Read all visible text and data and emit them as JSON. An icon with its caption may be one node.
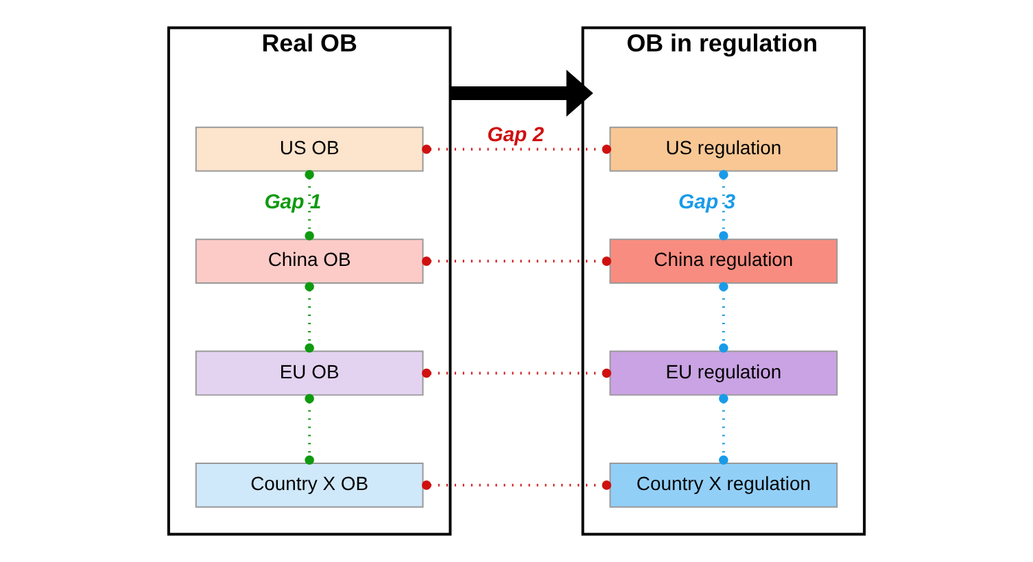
{
  "diagram": {
    "nodes": [
      {
        "text": [
          "Real OB"
        ]
      },
      {
        "text": [
          "US OB"
        ],
        "in": 0
      },
      {
        "text": [
          "China OB"
        ],
        "in": 0
      },
      {
        "text": [
          "EU OB"
        ],
        "in": 0
      },
      {
        "text": [
          "Country X OB"
        ],
        "in": 0
      },
      {
        "text": [
          "OB in regulation"
        ]
      },
      {
        "text": [
          "US regulation"
        ],
        "in": 5
      },
      {
        "text": [
          "China regulation"
        ],
        "in": 5
      },
      {
        "text": [
          "EU regulation"
        ],
        "in": 5
      },
      {
        "text": [
          "Country X regulation"
        ],
        "in": 5
      }
    ],
    "edges": [
      {
        "from": 0,
        "to": 5,
        "arrow": "to",
        "style": "thick",
        "color": "#000000"
      },
      {
        "from": 1,
        "to": 2,
        "arrow": "other",
        "style": "dashed",
        "color": "#109a10",
        "label": "Gap 1"
      },
      {
        "from": 2,
        "to": 3,
        "arrow": "other",
        "style": "dashed",
        "color": "#109a10"
      },
      {
        "from": 3,
        "to": 4,
        "arrow": "other",
        "style": "dashed",
        "color": "#109a10"
      },
      {
        "from": 1,
        "to": 6,
        "arrow": "other",
        "style": "dashed",
        "color": "#d01010",
        "label": "Gap 2"
      },
      {
        "from": 2,
        "to": 7,
        "arrow": "other",
        "style": "dashed",
        "color": "#d01010"
      },
      {
        "from": 3,
        "to": 8,
        "arrow": "other",
        "style": "dashed",
        "color": "#d01010"
      },
      {
        "from": 4,
        "to": 9,
        "arrow": "other",
        "style": "dashed",
        "color": "#d01010"
      },
      {
        "from": 6,
        "to": 7,
        "arrow": "other",
        "style": "dashed",
        "color": "#1a9be8",
        "label": "Gap 3"
      },
      {
        "from": 7,
        "to": 8,
        "arrow": "other",
        "style": "dashed",
        "color": "#1a9be8"
      },
      {
        "from": 8,
        "to": 9,
        "arrow": "other",
        "style": "dashed",
        "color": "#1a9be8"
      }
    ]
  }
}
